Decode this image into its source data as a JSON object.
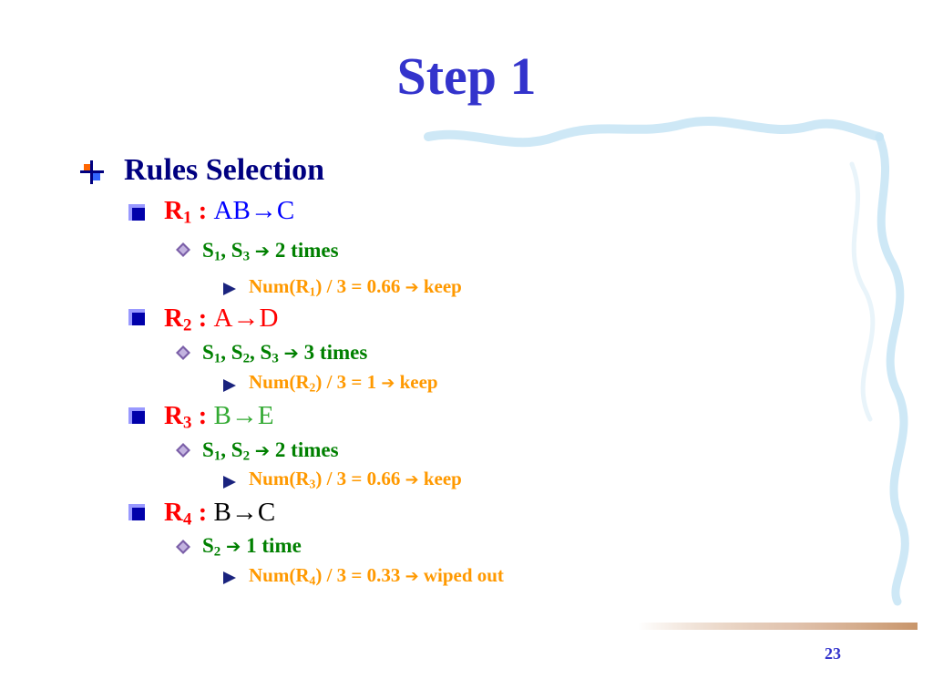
{
  "slide": {
    "title": "Step 1",
    "page_number": "23",
    "heading": "Rules Selection"
  },
  "rules": [
    {
      "r": "R",
      "r_sub": "1",
      "colon": " : ",
      "rule": "AB→C",
      "rule_color": "#0000ff",
      "support": [
        {
          "t": "S",
          "s": "1"
        },
        {
          "t": ", S",
          "s": "3"
        }
      ],
      "support_result": " 2 times",
      "calc_prefix": "Num(R",
      "calc_sub": "1",
      "calc_suffix": ") / 3 = 0.66",
      "decision": " keep"
    },
    {
      "r": "R",
      "r_sub": "2",
      "colon": " : ",
      "rule": "A→D",
      "rule_color": "#ff0000",
      "support": [
        {
          "t": "S",
          "s": "1"
        },
        {
          "t": ", S",
          "s": "2"
        },
        {
          "t": ", S",
          "s": "3"
        }
      ],
      "support_result": " 3 times",
      "calc_prefix": "Num(R",
      "calc_sub": "2",
      "calc_suffix": ") / 3 = 1",
      "decision": " keep"
    },
    {
      "r": "R",
      "r_sub": "3",
      "colon": " : ",
      "rule": "B→E",
      "rule_color": "#33aa33",
      "support": [
        {
          "t": "S",
          "s": "1"
        },
        {
          "t": ", S",
          "s": "2"
        }
      ],
      "support_result": " 2 times",
      "calc_prefix": "Num(R",
      "calc_sub": "3",
      "calc_suffix": ") / 3 = 0.66",
      "decision": " keep"
    },
    {
      "r": "R",
      "r_sub": "4",
      "colon": " : ",
      "rule": "B→C",
      "rule_color": "#000000",
      "support": [
        {
          "t": "S",
          "s": "2"
        }
      ],
      "support_result": " 1 time",
      "calc_prefix": "Num(R",
      "calc_sub": "4",
      "calc_suffix": ") / 3 = 0.33",
      "decision": " wiped out"
    }
  ],
  "icons": {
    "heading_bullet": "cross-square-bullet-icon",
    "rule_bullet": "square-bullet-icon",
    "support_bullet": "diamond-bullet-icon",
    "calc_bullet": "triangle-bullet-icon",
    "implies": "bold-right-arrow-icon"
  },
  "colors": {
    "title": "#3333cc",
    "heading": "#000080",
    "rule_label": "#ff0000",
    "support": "#008000",
    "calc": "#ff9900",
    "wave": "#c6e4f4",
    "footer_bar": "#c8956a"
  }
}
